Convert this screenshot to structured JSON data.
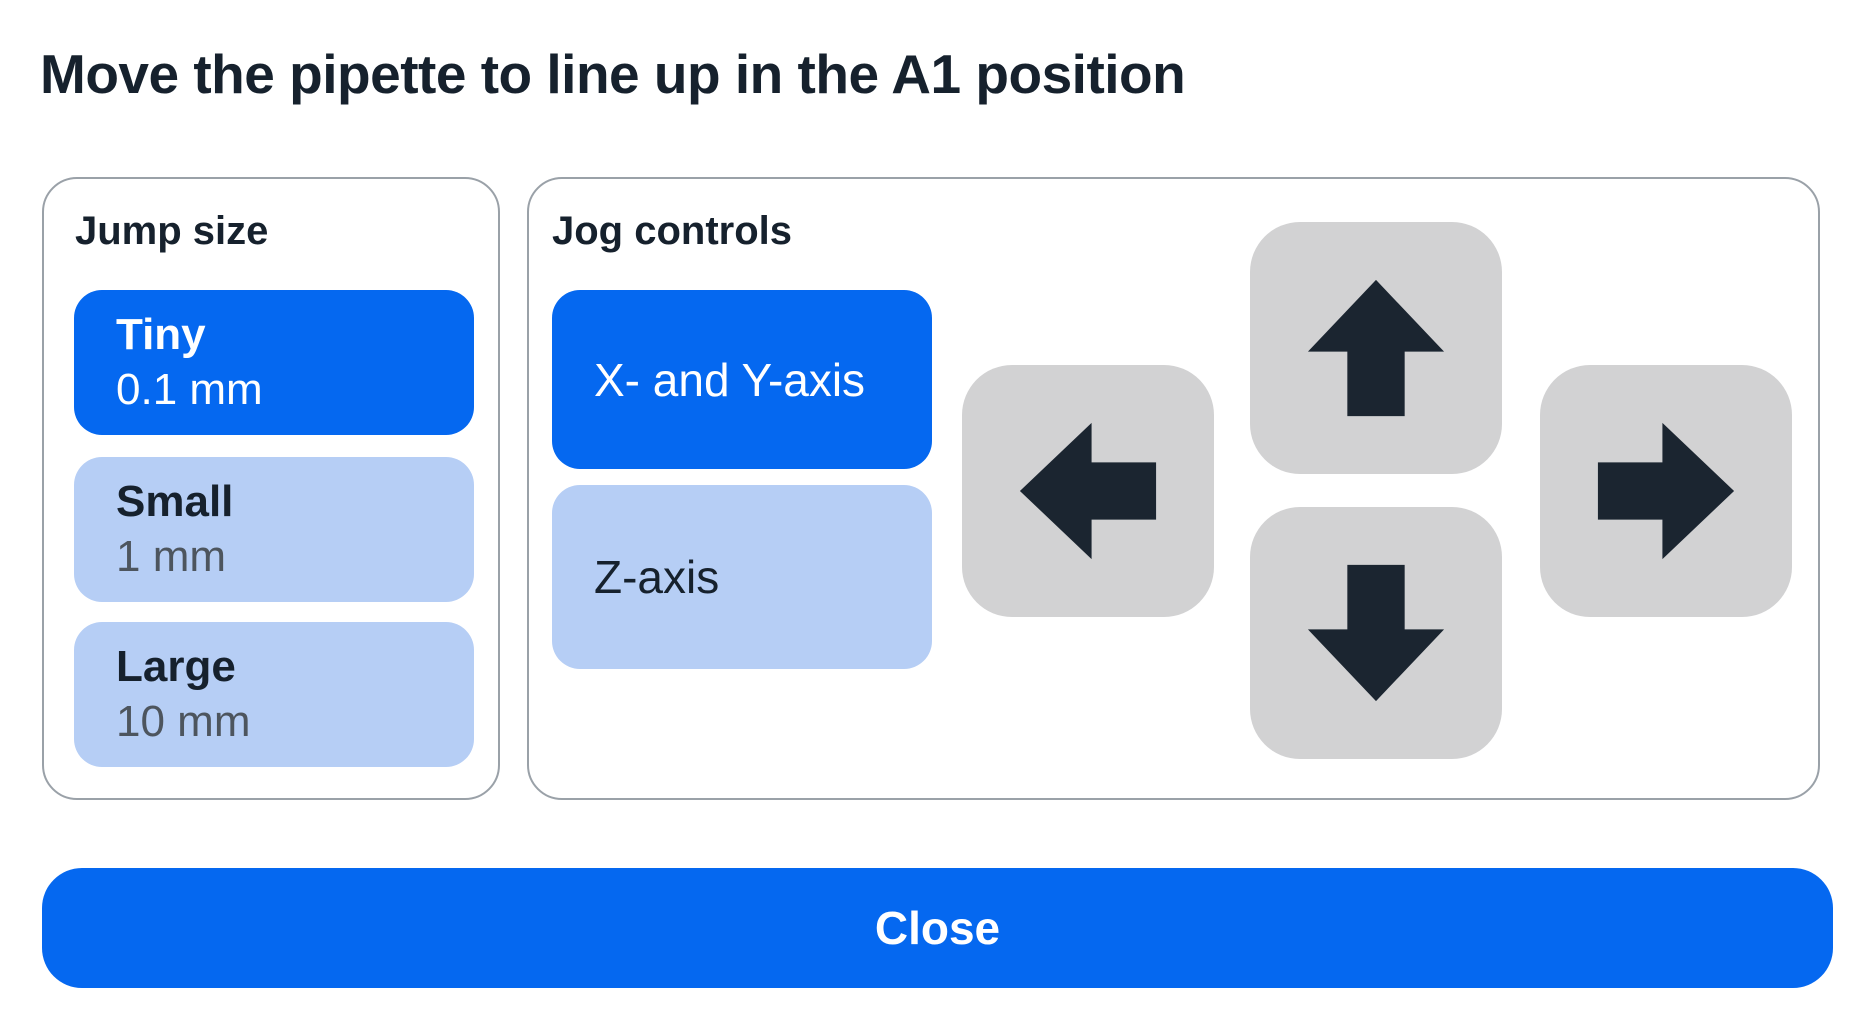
{
  "header": {
    "title": "Move the pipette to line up in the A1 position"
  },
  "jump_size": {
    "label": "Jump size",
    "options": [
      {
        "name": "Tiny",
        "value": "0.1 mm",
        "selected": true
      },
      {
        "name": "Small",
        "value": "1 mm",
        "selected": false
      },
      {
        "name": "Large",
        "value": "10 mm",
        "selected": false
      }
    ]
  },
  "jog_controls": {
    "label": "Jog controls",
    "axis_options": [
      {
        "label": "X- and Y-axis",
        "selected": true
      },
      {
        "label": "Z-axis",
        "selected": false
      }
    ],
    "arrow_directions": [
      "up",
      "left",
      "right",
      "down"
    ]
  },
  "footer": {
    "close_label": "Close"
  },
  "colors": {
    "accent_blue": "#0568f0",
    "light_blue": "#b6cef5",
    "arrow_button_gray": "#d2d2d3",
    "dark_navy": "#16212d",
    "muted_value_text": "#4d555e",
    "panel_border": "#9aa1a8"
  }
}
